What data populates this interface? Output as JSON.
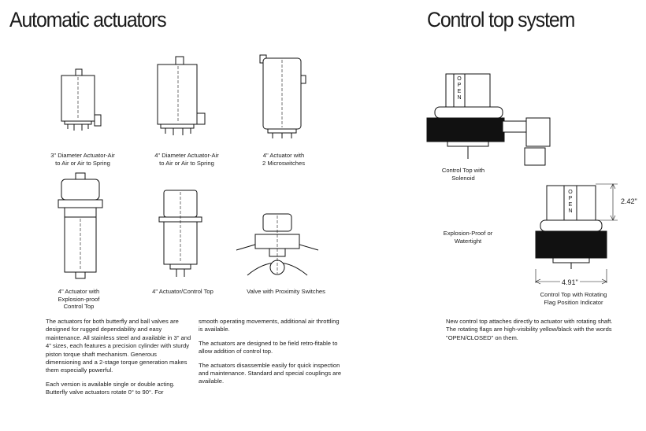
{
  "titles": {
    "left": "Automatic actuators",
    "right": "Control top system"
  },
  "figure_captions": {
    "fig1": [
      "3\" Diameter Actuator-Air",
      "to Air or Air to Spring"
    ],
    "fig2": [
      "4\" Diameter Actuator-Air",
      "to Air or Air to Spring"
    ],
    "fig3": [
      "4\" Actuator with",
      "2 Microswitches"
    ],
    "fig4": [
      "4\" Actuator with",
      "Explosion-proof",
      "Control Top"
    ],
    "fig5": [
      "4\" Actuator/Control Top"
    ],
    "fig6": [
      "Valve with Proximity Switches"
    ],
    "ct1": [
      "Control Top with",
      "Solenoid"
    ],
    "ct2": [
      "Explosion-Proof or",
      "Watertight"
    ],
    "ct3": [
      "Control Top with Rotating",
      "Flag Position Indicator"
    ]
  },
  "flag_label": "OPEN",
  "dimensions": {
    "height": "2.42\"",
    "width": "4.91\""
  },
  "body_text": {
    "col1": [
      "The actuators for both butterfly and ball valves are designed for rugged dependability and easy maintenance.  All stainless steel and available in 3\" and 4\" sizes, each features a precision cylinder with sturdy piston torque shaft mechanism. Generous dimensioning and a 2-stage torque generation makes them especially powerful.",
      "Each version is available single or double acting. Butterfly valve actuators rotate 0° to 90°.  For"
    ],
    "col2": [
      "smooth operating movements, additional air throttling is available.",
      "The actuators are designed to be field retro-fitable to allow addition of control top.",
      "The actuators disassemble easily for quick inspection and maintenance.  Standard and special couplings are available."
    ],
    "col3": [
      "New control top attaches directly to actuator with rotating shaft.  The rotating flags are high-visibility yellow/black with the words \"OPEN/CLOSED\" on them."
    ]
  }
}
